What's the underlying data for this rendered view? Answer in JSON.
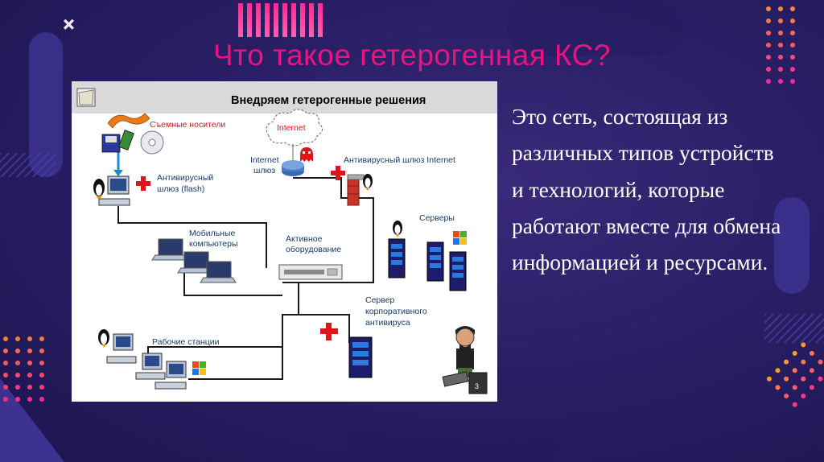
{
  "slide": {
    "title": "Что такое гетерогенная КС?",
    "description": "Это сеть, состоящая из различных типов устройств и технологий, которые работают вместе для обмена информацией и ресурсами."
  },
  "diagram": {
    "header": "Внедряем гетерогенные решения",
    "labels": {
      "removable_media": "Съемные носители",
      "internet": "Internet",
      "internet_gateway_l1": "Internet",
      "internet_gateway_l2": "шлюз",
      "av_gateway_internet": "Антивирусный шлюз Internet",
      "av_gateway_flash_l1": "Антивирусный",
      "av_gateway_flash_l2": "шлюз (flash)",
      "servers": "Серверы",
      "mobile_l1": "Мобильные",
      "mobile_l2": "компьютеры",
      "active_l1": "Активное",
      "active_l2": "оборудование",
      "corp_av_l1": "Сервер",
      "corp_av_l2": "корпоративного",
      "corp_av_l3": "антивируса",
      "workstations": "Рабочие станции",
      "page_badge": "3"
    }
  },
  "colors": {
    "title": "#e8147f",
    "background": "#2a1f66",
    "accent_red": "#e0151c",
    "network_line": "#1a1a1a"
  }
}
